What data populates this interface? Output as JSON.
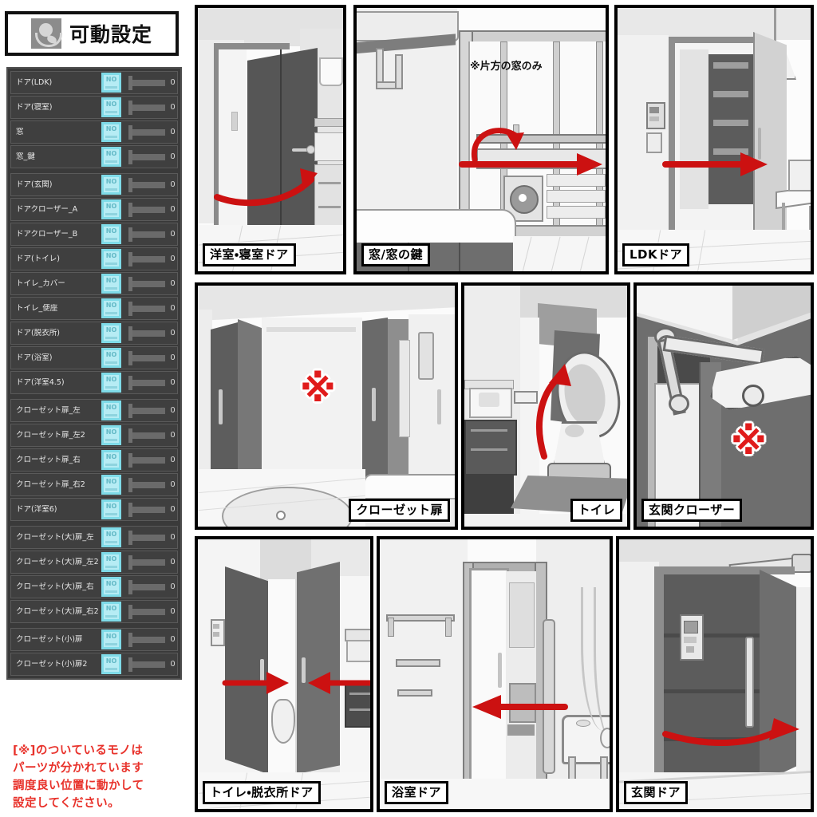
{
  "window": {
    "title": "可動設定",
    "title_icon": "hand-holding-ball-icon"
  },
  "colors": {
    "accent_cyan": "#7fdbe8",
    "panel_dark": "#3f3f3f",
    "note_red": "#e8312a",
    "arrow_red": "#cc1111",
    "border_black": "#000000"
  },
  "settings_list": {
    "toggle_label": "NO",
    "items": [
      {
        "label": "ドア(LDK)",
        "toggle": "NO",
        "value": "0"
      },
      {
        "label": "ドア(寝室)",
        "toggle": "NO",
        "value": "0"
      },
      {
        "label": "窓",
        "toggle": "NO",
        "value": "0"
      },
      {
        "label": "窓_鍵",
        "toggle": "NO",
        "value": "0"
      },
      {
        "label": "ドア(玄関)",
        "toggle": "NO",
        "value": "0"
      },
      {
        "label": "ドアクローザー_A",
        "toggle": "NO",
        "value": "0"
      },
      {
        "label": "ドアクローザー_B",
        "toggle": "NO",
        "value": "0"
      },
      {
        "label": "ドア(トイレ)",
        "toggle": "NO",
        "value": "0"
      },
      {
        "label": "トイレ_カバー",
        "toggle": "NO",
        "value": "0"
      },
      {
        "label": "トイレ_便座",
        "toggle": "NO",
        "value": "0"
      },
      {
        "label": "ドア(脱衣所)",
        "toggle": "NO",
        "value": "0"
      },
      {
        "label": "ドア(浴室)",
        "toggle": "NO",
        "value": "0"
      },
      {
        "label": "ドア(洋室4.5)",
        "toggle": "NO",
        "value": "0"
      },
      {
        "label": "クローゼット扉_左",
        "toggle": "NO",
        "value": "0"
      },
      {
        "label": "クローゼット扉_左2",
        "toggle": "NO",
        "value": "0"
      },
      {
        "label": "クローゼット扉_右",
        "toggle": "NO",
        "value": "0"
      },
      {
        "label": "クローゼット扉_右2",
        "toggle": "NO",
        "value": "0"
      },
      {
        "label": "ドア(洋室6)",
        "toggle": "NO",
        "value": "0"
      },
      {
        "label": "クローゼット(大)扉_左",
        "toggle": "NO",
        "value": "0"
      },
      {
        "label": "クローゼット(大)扉_左2",
        "toggle": "NO",
        "value": "0"
      },
      {
        "label": "クローゼット(大)扉_右",
        "toggle": "NO",
        "value": "0"
      },
      {
        "label": "クローゼット(大)扉_右2",
        "toggle": "NO",
        "value": "0"
      },
      {
        "label": "クローゼット(小)扉",
        "toggle": "NO",
        "value": "0"
      },
      {
        "label": "クローゼット(小)扉2",
        "toggle": "NO",
        "value": "0"
      }
    ]
  },
  "footer_note": {
    "line1": "[※]のついているモノは",
    "line2": "パーツが分かれています",
    "line3": "調度良い位置に動かして",
    "line4": "設定してください。"
  },
  "gallery": {
    "panels": [
      {
        "id": "p1",
        "caption": "洋室・寝室ドア",
        "annotation": "",
        "marker": ""
      },
      {
        "id": "p2",
        "caption": "窓/窓の鍵",
        "annotation": "※片方の窓のみ",
        "marker": ""
      },
      {
        "id": "p3",
        "caption": "LDKドア",
        "annotation": "",
        "marker": ""
      },
      {
        "id": "p4",
        "caption": "クローゼット扉",
        "annotation": "",
        "marker": "※"
      },
      {
        "id": "p5",
        "caption": "トイレ",
        "annotation": "",
        "marker": ""
      },
      {
        "id": "p6",
        "caption": "玄関クローザー",
        "annotation": "",
        "marker": "※"
      },
      {
        "id": "p7",
        "caption": "トイレ・脱衣所ドア",
        "annotation": "",
        "marker": ""
      },
      {
        "id": "p8",
        "caption": "浴室ドア",
        "annotation": "",
        "marker": ""
      },
      {
        "id": "p9",
        "caption": "玄関ドア",
        "annotation": "",
        "marker": ""
      }
    ]
  }
}
